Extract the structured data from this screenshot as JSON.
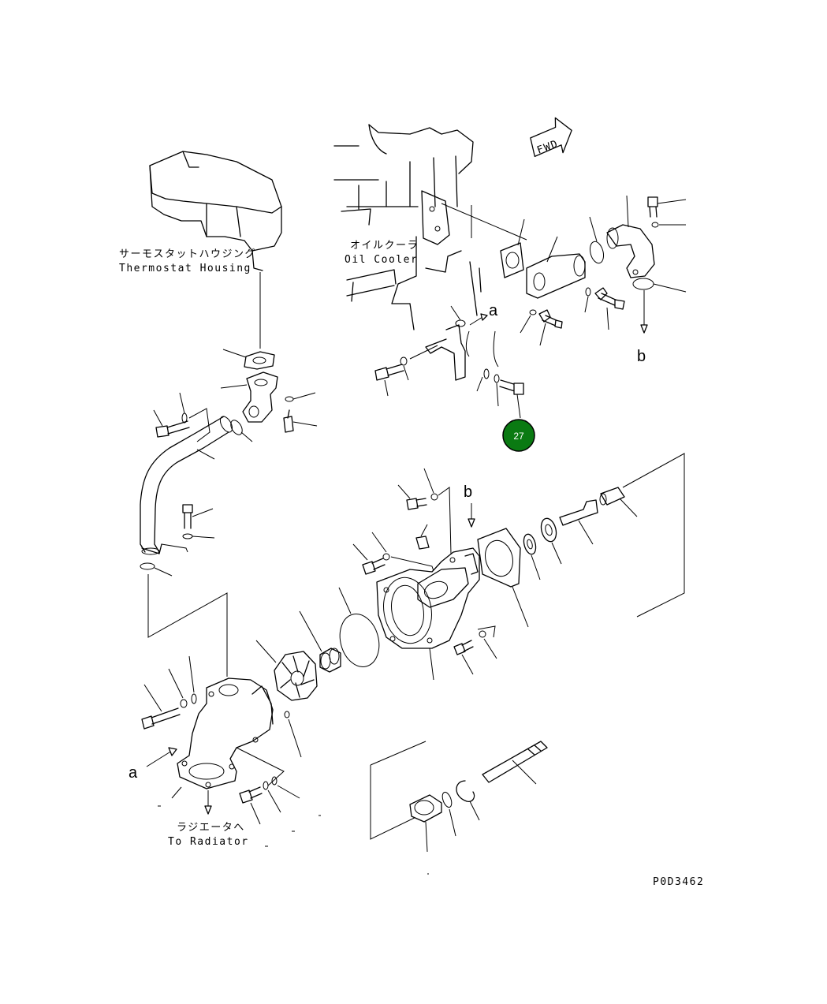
{
  "labels": {
    "thermostat_jp": "サーモスタットハウジング",
    "thermostat_en": "Thermostat Housing",
    "oilcooler_jp": "オイルクーラ",
    "oilcooler_en": "Oil Cooler",
    "radiator_jp": "ラジエータへ",
    "radiator_en": "To Radiator",
    "fwd": "FWD",
    "ref_a": "a",
    "ref_b": "b",
    "drawing_no": "P0D3462"
  },
  "callout": {
    "number": "27",
    "color": "#0a7a12"
  }
}
